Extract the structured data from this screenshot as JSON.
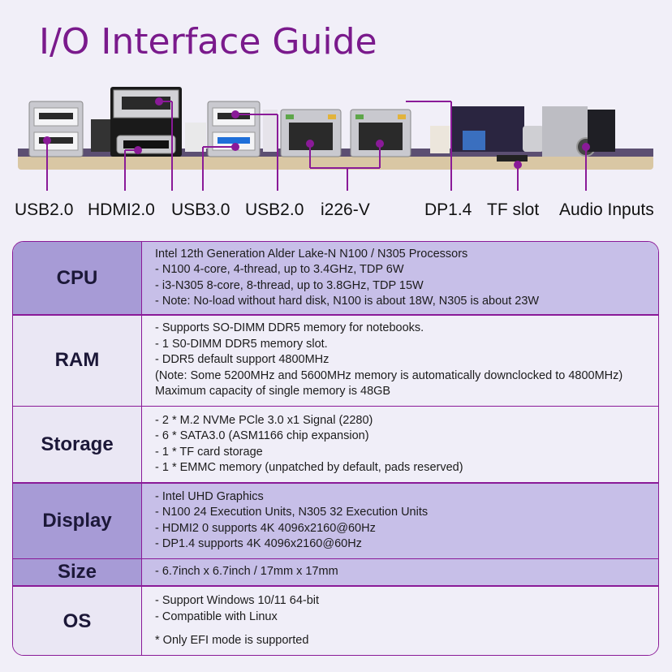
{
  "title": "I/O Interface Guide",
  "port_labels": [
    "USB2.0",
    "HDMI2.0",
    "USB3.0",
    "USB2.0",
    "i226-V",
    "DP1.4",
    "TF slot",
    "Audio Inputs"
  ],
  "colors": {
    "title": "#7a1a8c",
    "border": "#8a1a98",
    "row_dark_value": "#c7bfe8",
    "row_dark_label": "#a79bd6",
    "row_light": "#f0eef8",
    "usb3_blue": "#1e6fd9"
  },
  "specs": [
    {
      "label": "CPU",
      "lines": [
        "Intel 12th Generation Alder Lake-N N100 / N305 Processors",
        "- N100 4-core, 4-thread, up to 3.4GHz, TDP 6W",
        "- i3-N305 8-core, 8-thread, up to 3.8GHz, TDP 15W",
        "- Note: No-load without hard disk, N100 is about 18W,  N305 is about 23W"
      ]
    },
    {
      "label": "RAM",
      "lines": [
        "- Supports SO-DIMM DDR5 memory for notebooks.",
        "- 1 S0-DIMM DDR5 memory slot.",
        "- DDR5 default support 4800MHz",
        "(Note: Some 5200MHz and 5600MHz memory is automatically downclocked to 4800MHz)",
        "Maximum capacity of single memory is 48GB"
      ]
    },
    {
      "label": "Storage",
      "lines": [
        "- 2 * M.2 NVMe PCle 3.0 x1 Signal (2280)",
        "- 6 * SATA3.0 (ASM1166 chip expansion)",
        "- 1 * TF card storage",
        "- 1 * EMMC memory (unpatched by default, pads reserved)"
      ]
    },
    {
      "label": "Display",
      "lines": [
        "- Intel UHD Graphics",
        "- N100 24 Execution Units, N305 32 Execution Units",
        "- HDMI2 0 supports 4K 4096x2160@60Hz",
        "- DP1.4 supports 4K 4096x2160@60Hz"
      ]
    },
    {
      "label": "Size",
      "lines": [
        "- 6.7inch x 6.7inch / 17mm x 17mm"
      ]
    },
    {
      "label": "OS",
      "lines": [
        "- Support Windows 10/11 64-bit",
        "- Compatible with Linux",
        "",
        "* Only EFI mode is supported"
      ]
    }
  ]
}
